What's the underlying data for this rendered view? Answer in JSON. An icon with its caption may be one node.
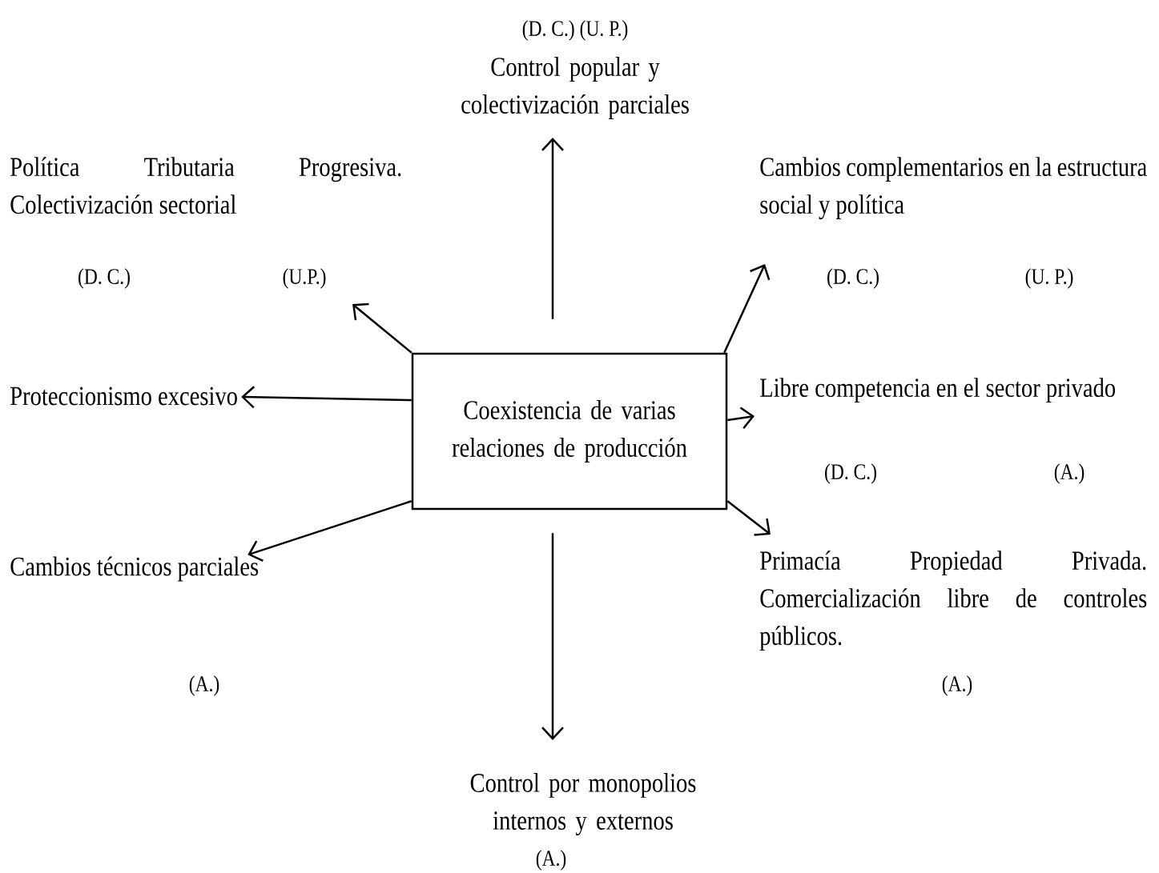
{
  "diagram": {
    "nodes": [
      {
        "text": [
          "Coexistencia de varias relaciones de producción"
        ]
      },
      {
        "text": [
          "Control popular y colectivización parciales"
        ],
        "beside": [
          "(D. C.) (U. P.)"
        ]
      },
      {
        "text": [
          "Política Tributaria Progresiva. Colectivización sectorial"
        ],
        "beside": [
          "(D. C.)",
          "(U.P.)"
        ]
      },
      {
        "text": [
          "Cambios complementarios en la estructura social y política"
        ],
        "beside": [
          "(D. C.)",
          "(U. P.)"
        ]
      },
      {
        "text": [
          "Proteccionismo excesivo"
        ]
      },
      {
        "text": [
          "Libre competencia en el sector privado"
        ],
        "beside": [
          "(D. C.)",
          "(A.)"
        ]
      },
      {
        "text": [
          "Cambios técnicos parciales"
        ]
      },
      {
        "text": [
          "Primacía Propiedad Privada. Comercialización libre de controles públicos."
        ],
        "beside": [
          "(A.)"
        ]
      },
      {
        "text": [
          "Control por monopolios internos y externos"
        ],
        "beside": [
          "(A.)"
        ]
      }
    ],
    "edges": [
      {
        "from": 0,
        "to": 1,
        "arrow": "to"
      },
      {
        "from": 0,
        "to": 2,
        "arrow": "to"
      },
      {
        "from": 0,
        "to": 3,
        "arrow": "to"
      },
      {
        "from": 0,
        "to": 4,
        "arrow": "to"
      },
      {
        "from": 0,
        "to": 5,
        "arrow": "to"
      },
      {
        "from": 0,
        "to": 6,
        "arrow": "to"
      },
      {
        "from": 0,
        "to": 7,
        "arrow": "to"
      },
      {
        "from": 0,
        "to": 8,
        "arrow": "to"
      }
    ],
    "labels": [
      "(A.)"
    ]
  }
}
